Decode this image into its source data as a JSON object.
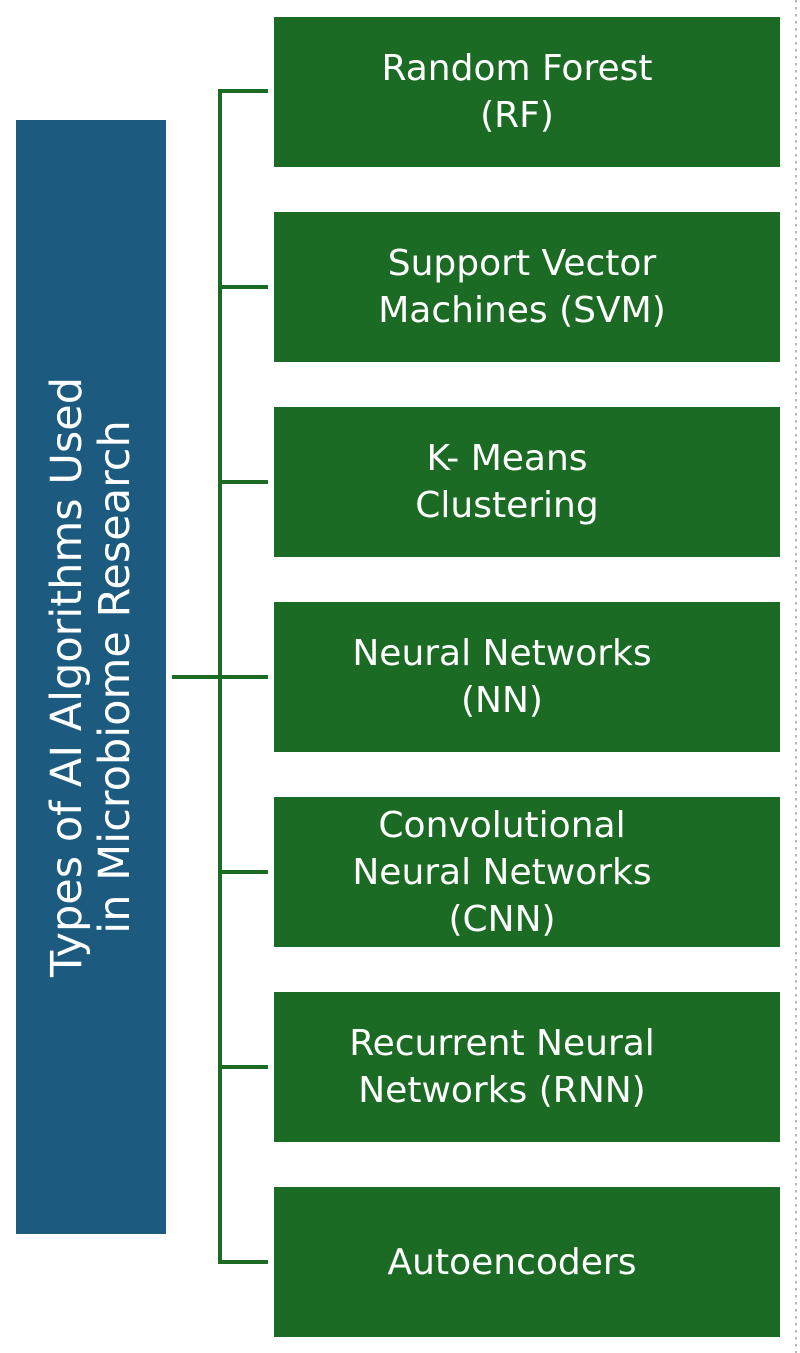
{
  "diagram": {
    "title_lines": [
      "Types of AI Algorithms Used",
      "in Microbiome Research"
    ],
    "algorithms": [
      {
        "label": "Random Forest\n(RF)"
      },
      {
        "label": "Support Vector\nMachines (SVM)"
      },
      {
        "label": "K- Means\nClustering"
      },
      {
        "label": "Neural Networks\n(NN)"
      },
      {
        "label": "Convolutional\nNeural Networks\n(CNN)"
      },
      {
        "label": "Recurrent Neural\nNetworks (RNN)"
      },
      {
        "label": "Autoencoders"
      }
    ]
  },
  "colors": {
    "main_box": "#1c5b7f",
    "algo_box": "#1b6b24",
    "connector": "#1b6b24",
    "text": "#ffffff"
  }
}
